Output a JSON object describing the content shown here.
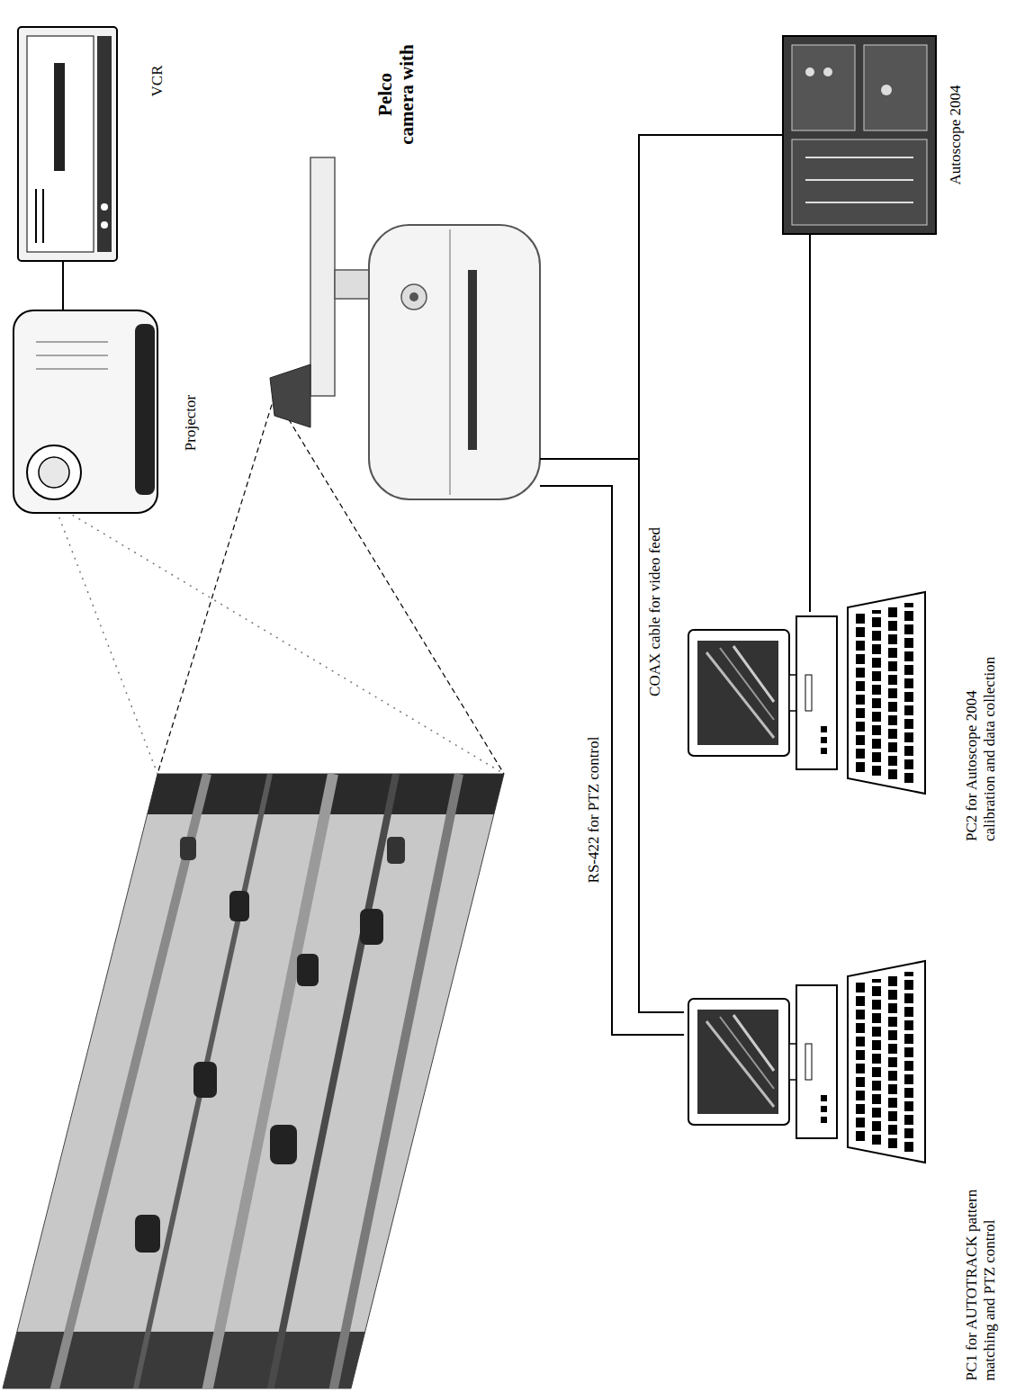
{
  "diagram": {
    "nodes": [
      {
        "text": [
          "VCR"
        ]
      },
      {
        "text": [
          "Projector"
        ]
      },
      {
        "text": [
          "Pelco camera with"
        ]
      },
      {
        "text": [
          "Autoscope 2004"
        ]
      },
      {
        "text": [
          "PC2 for Autoscope 2004 calibration and data collection"
        ]
      },
      {
        "text": [
          "PC1 for AUTOTRACK pattern matching and PTZ control"
        ]
      }
    ],
    "edges": [
      {
        "from": 0,
        "to": 1,
        "arrow": "none"
      },
      {
        "from": 2,
        "to": 5,
        "label": "RS-422 for PTZ control",
        "arrow": "none"
      },
      {
        "from": 2,
        "to": 3,
        "arrow": "none"
      },
      {
        "from": 2,
        "to": 5,
        "label": "COAX cable for video feed",
        "arrow": "none"
      },
      {
        "from": 3,
        "to": 4,
        "arrow": "none"
      }
    ]
  }
}
